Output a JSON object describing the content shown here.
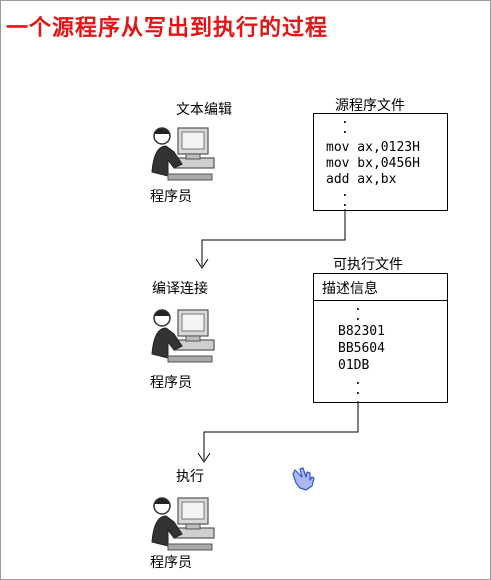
{
  "title": "一个源程序从写出到执行的过程",
  "stages": {
    "edit": {
      "label": "文本编辑",
      "actor": "程序员"
    },
    "link": {
      "label": "编译连接",
      "actor": "程序员"
    },
    "run": {
      "label": "执行",
      "actor": "程序员"
    }
  },
  "source_file": {
    "title": "源程序文件",
    "lines": [
      "mov ax,0123H",
      "mov bx,0456H",
      "add ax,bx"
    ]
  },
  "exe_file": {
    "title": "可执行文件",
    "header": "描述信息",
    "lines": [
      "B82301",
      "BB5604",
      "01DB"
    ]
  },
  "icons": {
    "person": "programmer-computer-icon",
    "cursor": "hand-pointer-icon"
  },
  "colors": {
    "title": "#e41414",
    "line": "#000000",
    "cursor": "#3355cc"
  }
}
